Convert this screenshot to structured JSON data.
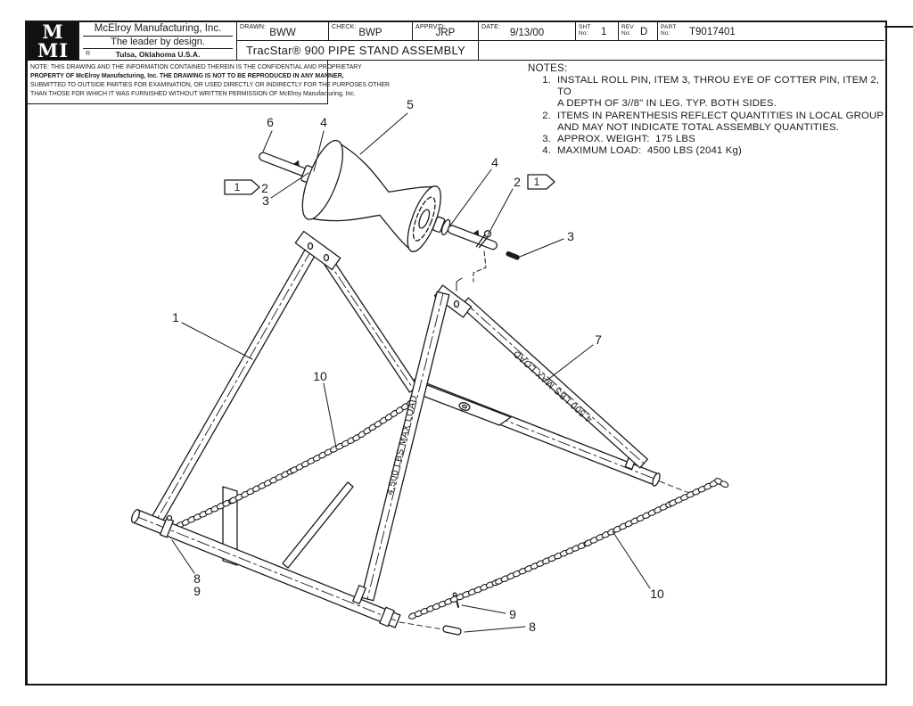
{
  "title_block": {
    "logo_top": "M",
    "logo_bottom": "MI",
    "company": "McElroy Manufacturing, Inc.",
    "tagline": "The leader by design.",
    "registered": "®",
    "location": "Tulsa, Oklahoma U.S.A.",
    "fields": {
      "drawn": {
        "label": "DRAWN:",
        "value": "BWW"
      },
      "check": {
        "label": "CHECK:",
        "value": "BWP"
      },
      "apprvd": {
        "label": "APPRV'D:",
        "value": "JRP"
      },
      "date": {
        "label": "DATE:",
        "value": "9/13/00"
      },
      "sht": {
        "label": "SHT",
        "label2": "No:",
        "value": "1"
      },
      "rev": {
        "label": "REV",
        "label2": "No:",
        "value": "D"
      },
      "part": {
        "label": "PART",
        "label2": "No:",
        "value": "T9017401"
      }
    },
    "drawing_title": "TracStar® 900 PIPE STAND ASSEMBLY"
  },
  "confidentiality_note": {
    "line1": "NOTE: THIS DRAWING AND THE INFORMATION CONTAINED THEREIN IS THE CONFIDENTIAL AND PROPRIETARY",
    "line2": "PROPERTY OF McElroy Manufacturing, Inc. THE DRAWING IS NOT TO BE REPRODUCED IN ANY MANNER,",
    "line3": "SUBMITTED TO OUTSIDE PARTIES FOR EXAMINATION, OR USED DIRECTLY OR INDIRECTLY FOR THE PURPOSES OTHER",
    "line4": "THAN THOSE FOR WHICH IT WAS FURNISHED WITHOUT WRITTEN PERMISSION OF McElroy Manufacturing, Inc."
  },
  "notes": {
    "heading": "NOTES:",
    "items": [
      {
        "num": "1.",
        "line1": "INSTALL ROLL PIN, ITEM 3, THROU EYE OF COTTER PIN, ITEM 2, TO",
        "line2": "A DEPTH OF 3//8\" IN LEG. TYP. BOTH SIDES."
      },
      {
        "num": "2.",
        "line1": "ITEMS IN PARENTHESIS REFLECT QUANTITIES IN LOCAL GROUP",
        "line2": "AND MAY NOT INDICATE TOTAL ASSEMBLY QUANTITIES."
      },
      {
        "num": "3.",
        "line1": "APPROX. WEIGHT:  175 LBS"
      },
      {
        "num": "4.",
        "line1": "MAXIMUM LOAD:  4500 LBS (2041 Kg)"
      }
    ]
  },
  "drawing": {
    "max_load_label": "4,500 LBS MAX LOAD",
    "flag_note": "1",
    "callouts": {
      "c1": "1",
      "c2_left": "2",
      "c3_left": "3",
      "c4_left": "4",
      "c5": "5",
      "c6": "6",
      "c2_right": "2",
      "c3_right": "3",
      "c4_right": "4",
      "c7": "7",
      "c8_left": "8",
      "c9_left": "9",
      "c8_bottom": "8",
      "c9_bottom": "9",
      "c10_left": "10",
      "c10_right": "10"
    },
    "line_color": "#1a1a1a"
  }
}
